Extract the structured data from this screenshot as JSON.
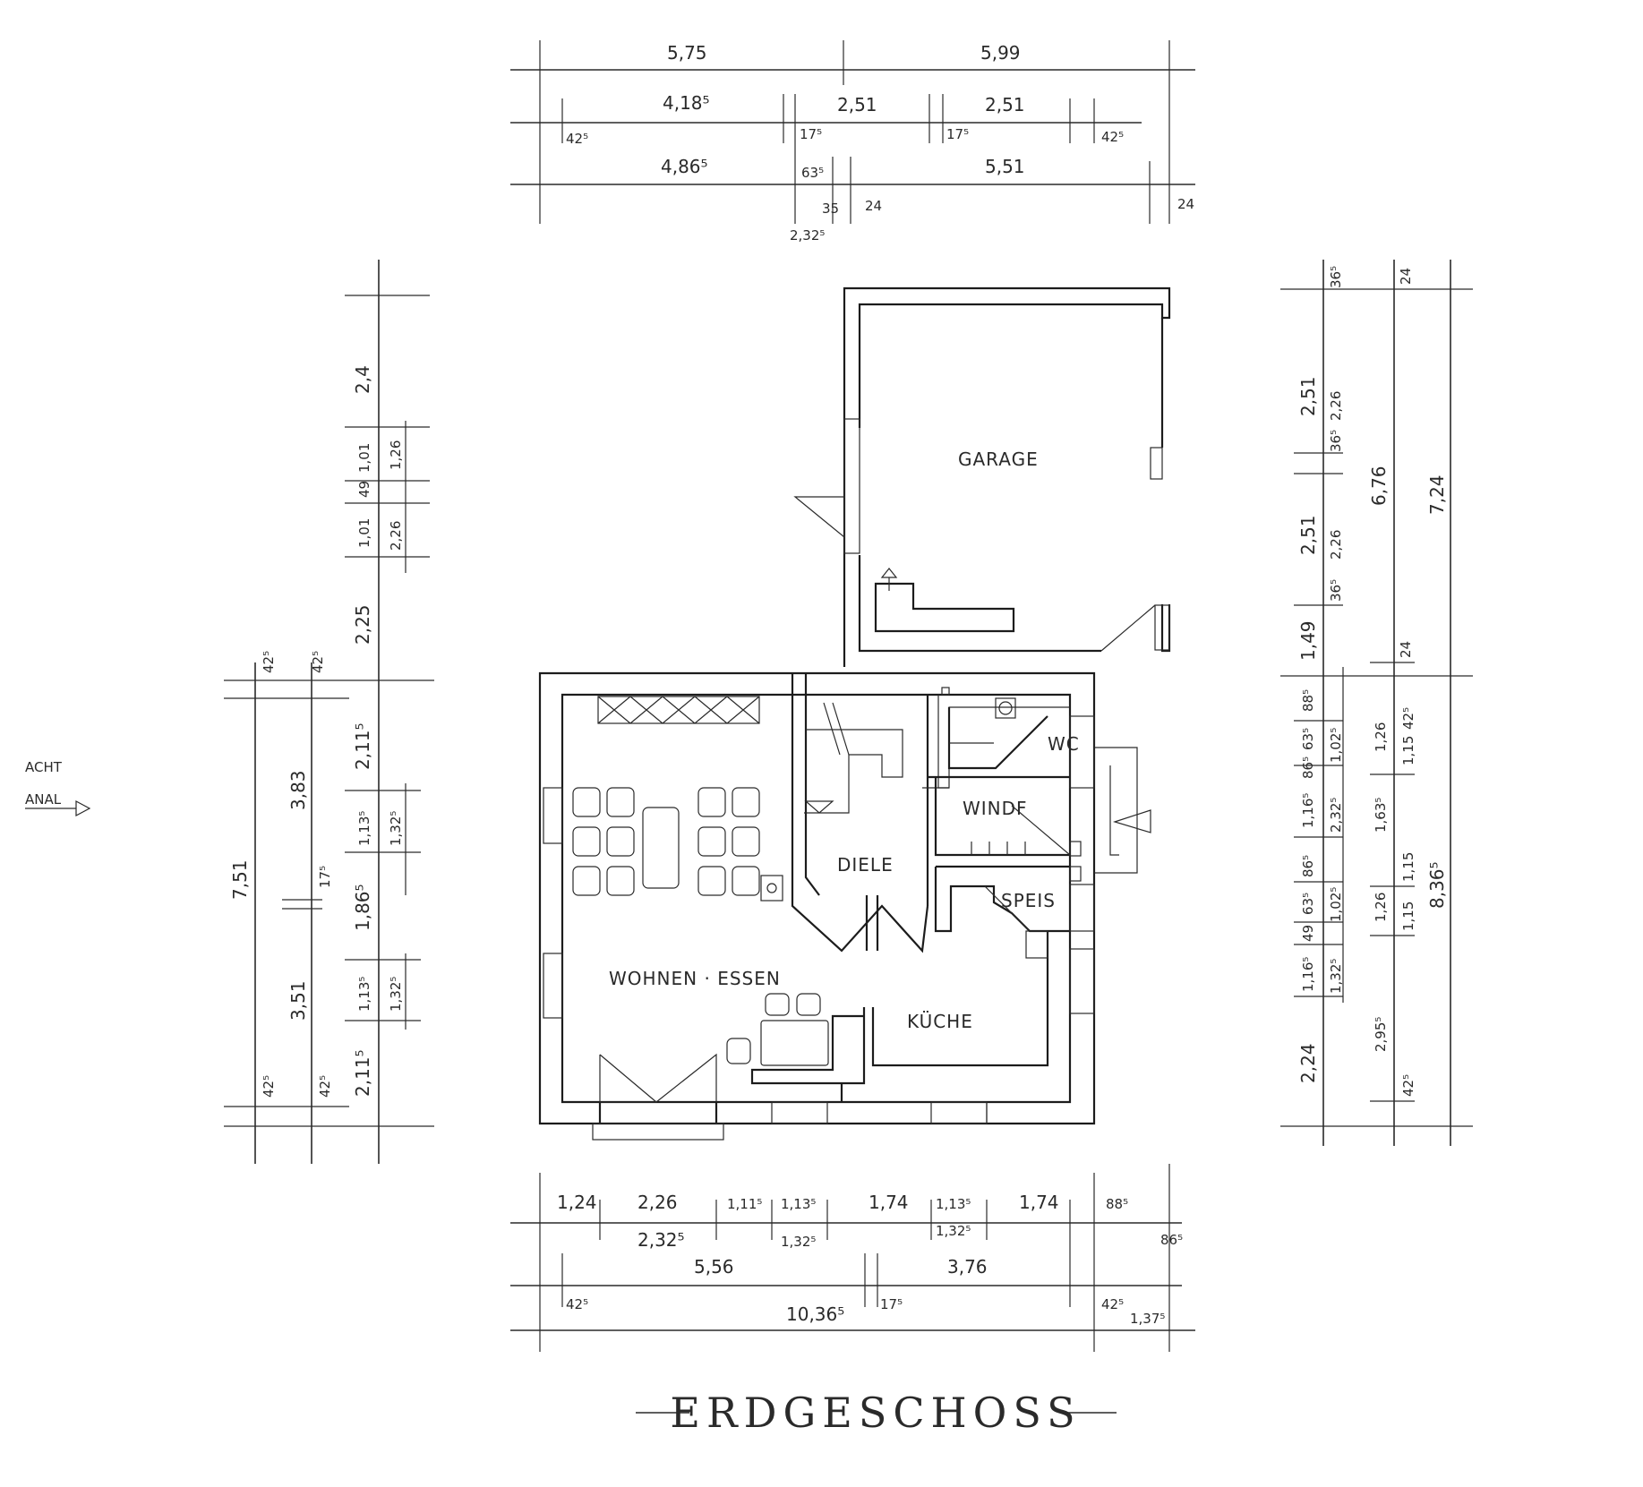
{
  "title": "ERDGESCHOSS",
  "section_marker": {
    "line1": "ACHT",
    "line2": "ANAL"
  },
  "rooms": {
    "garage": "GARAGE",
    "wohnen": "WOHNEN · ESSEN",
    "diele": "DIELE",
    "wc": "WC",
    "windf": "WINDF",
    "speis": "SPEIS",
    "kueche": "KÜCHE"
  },
  "dims_top": {
    "row1": [
      "5,75",
      "5,99"
    ],
    "row2": [
      "4,18⁵",
      "2,51",
      "2,51",
      "42⁵",
      "17⁵",
      "17⁵",
      "42⁵"
    ],
    "row3": [
      "4,86⁵",
      "63⁵",
      "5,51",
      "24",
      "24",
      "2,32⁵",
      "35"
    ]
  },
  "dims_bottom": {
    "row1": [
      "1,24",
      "2,26",
      "1,11⁵",
      "1,13⁵",
      "1,74",
      "1,13⁵",
      "1,74",
      "88⁵"
    ],
    "row1b": [
      "2,32⁵",
      "1,32⁵",
      "1,32⁵",
      "86⁵"
    ],
    "row2": [
      "5,56",
      "3,76"
    ],
    "row3": [
      "42⁵",
      "10,36⁵",
      "17⁵",
      "42⁵",
      "1,37⁵"
    ]
  },
  "dims_left": {
    "outer": [
      "7,51"
    ],
    "col1": [
      "42⁵",
      "3,83",
      "17⁵",
      "3,51",
      "42⁵"
    ],
    "col2": [
      "42⁵",
      "42⁵"
    ],
    "col3": [
      "2,4",
      "1,01",
      "49",
      "1,01",
      "2,25",
      "2,11⁵",
      "1,13⁵",
      "1,86⁵",
      "1,13⁵",
      "2,11⁵"
    ],
    "col4": [
      "1,26",
      "2,26",
      "1,32⁵",
      "1,32⁵"
    ]
  },
  "dims_right": {
    "col1": [
      "36⁵",
      "2,51",
      "36⁵",
      "2,51",
      "36⁵",
      "1,49",
      "88⁵",
      "63⁵",
      "86⁵",
      "1,16⁵",
      "86⁵",
      "63⁵",
      "49",
      "1,16⁵",
      "2,24"
    ],
    "col2": [
      "2,26",
      "2,26",
      "1,02⁵",
      "2,32⁵",
      "1,02⁵",
      "1,32⁵"
    ],
    "col3": [
      "24",
      "6,76",
      "24",
      "1,26",
      "1,63⁵",
      "1,26",
      "2,95⁵",
      "42⁵",
      "1,15",
      "1,15",
      "1,15"
    ],
    "col4": [
      "7,24",
      "42⁵",
      "8,36⁵"
    ]
  }
}
